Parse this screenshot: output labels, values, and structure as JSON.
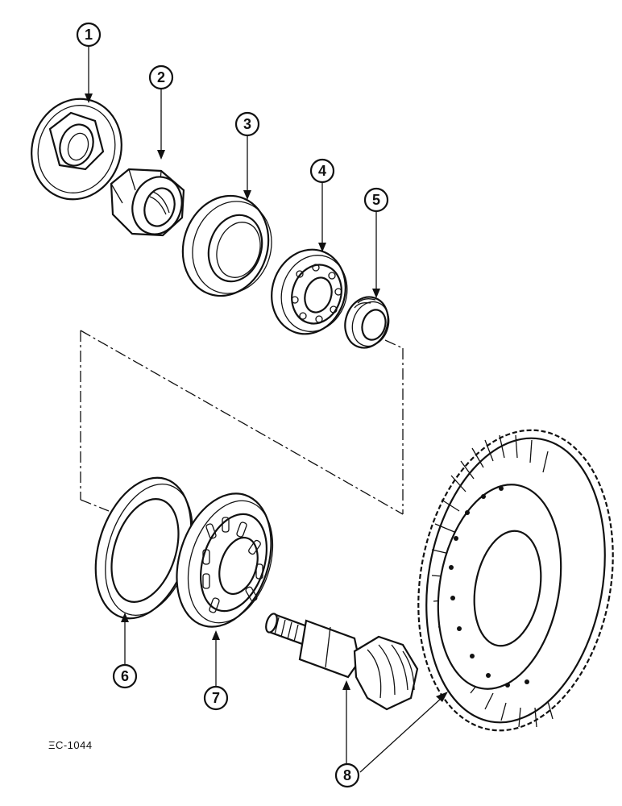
{
  "figure": {
    "reference_code": "ΞC-1044"
  },
  "callouts": [
    {
      "number": "1",
      "part": "washer"
    },
    {
      "number": "2",
      "part": "nut"
    },
    {
      "number": "3",
      "part": "bearing-cup"
    },
    {
      "number": "4",
      "part": "bearing-cone"
    },
    {
      "number": "5",
      "part": "spacer"
    },
    {
      "number": "6",
      "part": "shim"
    },
    {
      "number": "7",
      "part": "taper-roller-bearing"
    },
    {
      "number": "8",
      "part": "pinion-and-ring-gear-set"
    }
  ],
  "colors": {
    "ink": "#111111",
    "paper": "#ffffff"
  }
}
